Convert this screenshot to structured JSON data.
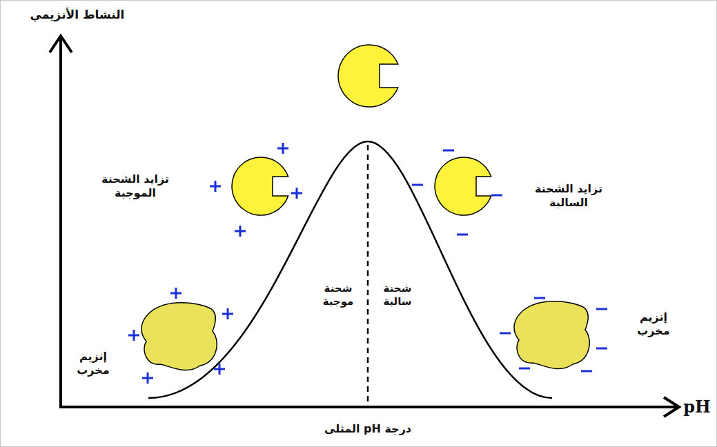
{
  "diagram": {
    "labels": [
      "النشاط الأنزيمي",
      "تزايد الشحنة الموجبة",
      "تزايد الشحنة السالبة",
      "شحنة موجبة",
      "شحنة سالبة",
      "إنزيم مخرب",
      "إنزيم مخرب",
      "pH",
      "درجة pH المثلى"
    ]
  }
}
